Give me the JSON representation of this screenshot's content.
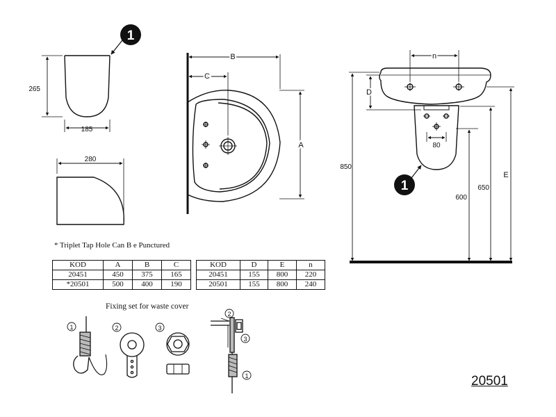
{
  "callout_marker": "1",
  "dimensions": {
    "pedestal_height": "265",
    "pedestal_width": "185",
    "pedestal_depth": "280",
    "B": "B",
    "C": "C",
    "A": "A",
    "n": "n",
    "D": "D",
    "E": "E",
    "h850": "850",
    "h600": "600",
    "h650": "650",
    "waste_spacing": "80"
  },
  "note": "* Triplet Tap Hole Can B e Punctured",
  "table_left": {
    "headers": [
      "KOD",
      "A",
      "B",
      "C"
    ],
    "rows": [
      [
        "20451",
        "450",
        "375",
        "165"
      ],
      [
        "*20501",
        "500",
        "400",
        "190"
      ]
    ]
  },
  "table_right": {
    "headers": [
      "KOD",
      "D",
      "E",
      "n"
    ],
    "rows": [
      [
        "20451",
        "155",
        "800",
        "220"
      ],
      [
        "20501",
        "155",
        "800",
        "240"
      ]
    ]
  },
  "fixing": {
    "title": "Fixing set for waste cover",
    "labels": [
      "1",
      "2",
      "3"
    ]
  },
  "model_code": "20501"
}
